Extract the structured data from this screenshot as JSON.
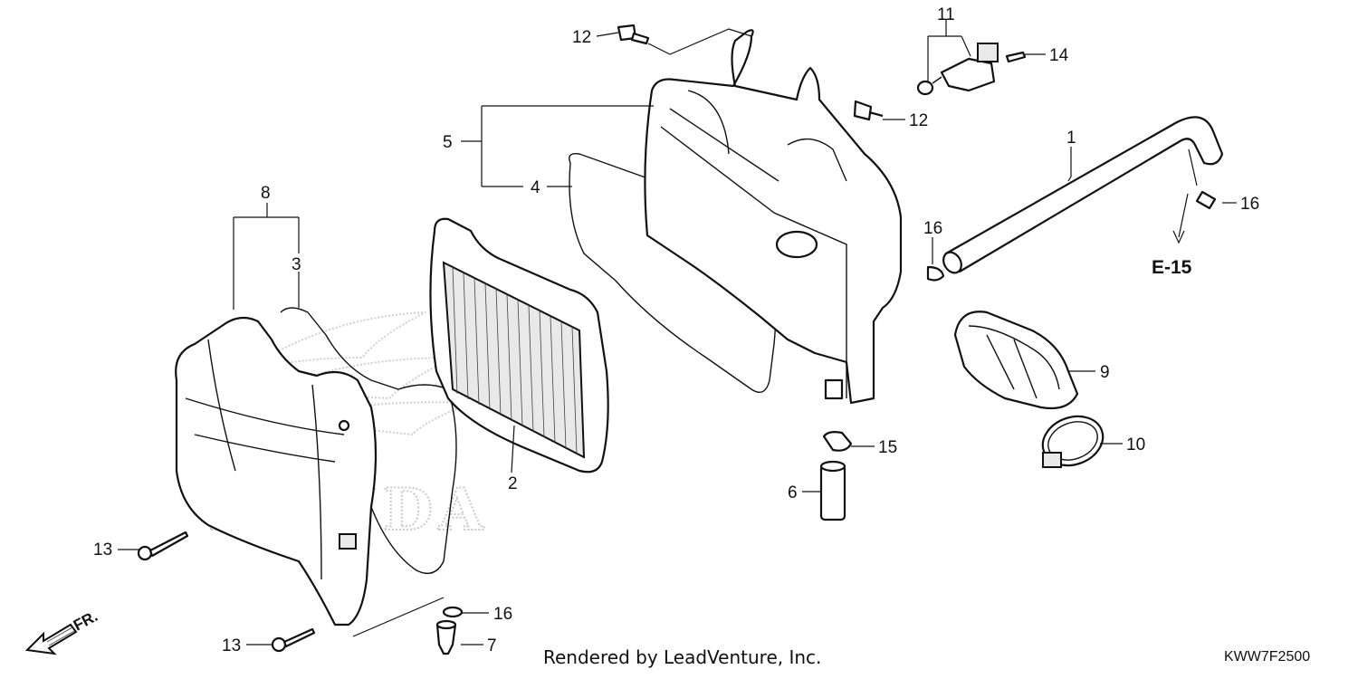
{
  "watermark": "HONDA",
  "part_labels": {
    "p1": "1",
    "p2": "2",
    "p3": "3",
    "p4": "4",
    "p5": "5",
    "p6": "6",
    "p7": "7",
    "p8": "8",
    "p9": "9",
    "p10": "10",
    "p11": "11",
    "p12a": "12",
    "p12b": "12",
    "p13a": "13",
    "p13b": "13",
    "p14": "14",
    "p15": "15",
    "p16a": "16",
    "p16b": "16",
    "p16c": "16"
  },
  "section_ref": "E-15",
  "direction_label": "FR.",
  "footer": {
    "credit": "Rendered by LeadVenture, Inc.",
    "diagram_code": "KWW7F2500"
  }
}
